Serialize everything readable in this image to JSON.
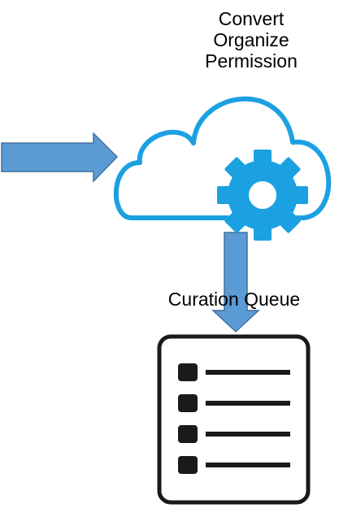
{
  "process_steps": [
    "Convert",
    "Organize",
    "Permission"
  ],
  "queue_label": "Curation Queue",
  "icons": {
    "input_arrow": "right-arrow-icon",
    "cloud": "cloud-icon",
    "gear": "gear-icon",
    "output_arrow": "down-arrow-icon",
    "queue": "checklist-icon"
  },
  "colors": {
    "arrow_fill": "#5b9bd5",
    "arrow_stroke": "#41719c",
    "cloud_stroke": "#1ba1e2",
    "gear_fill": "#1ba1e2",
    "list_icon": "#1a1a1a",
    "text": "#000000"
  },
  "queue_item_count": 4
}
